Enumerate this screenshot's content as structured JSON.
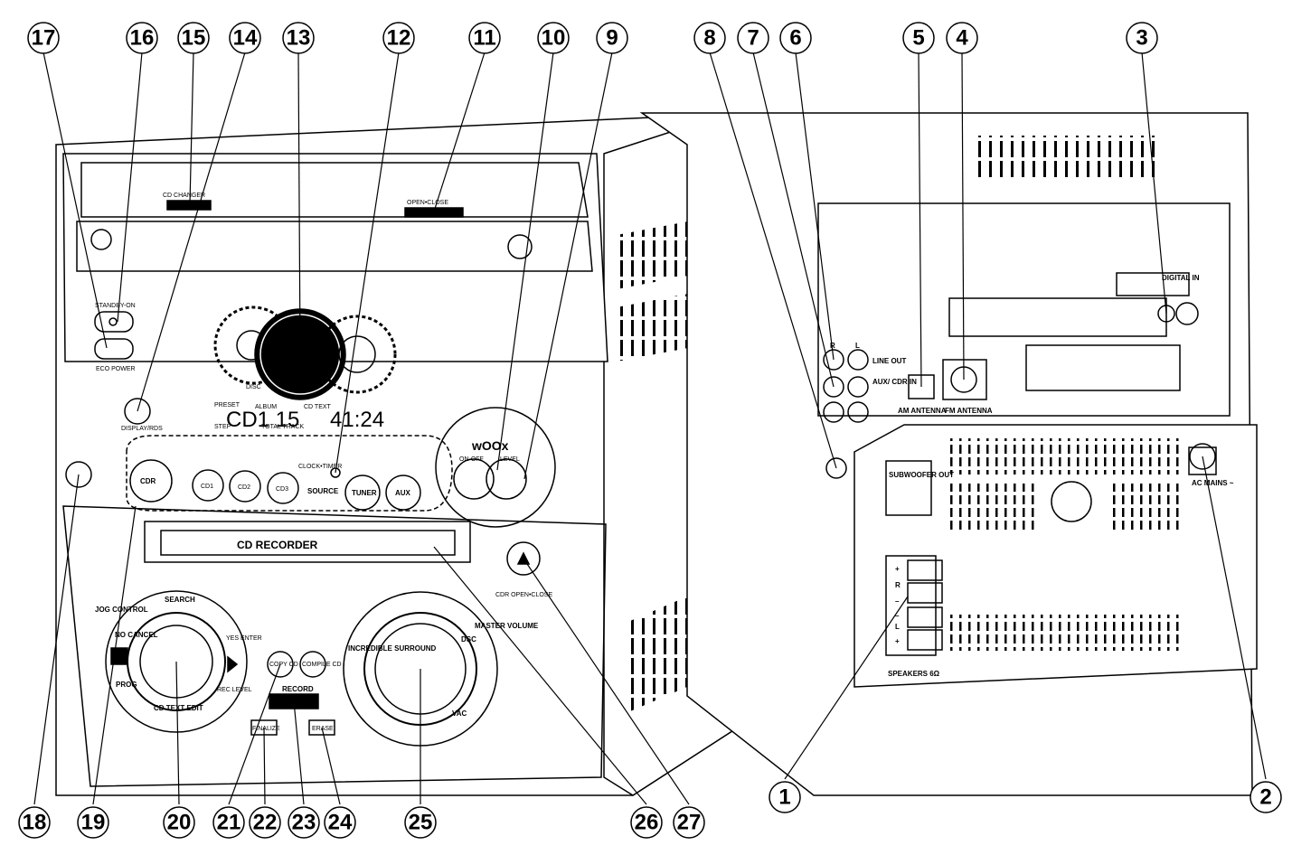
{
  "callouts": {
    "c1": "1",
    "c2": "2",
    "c3": "3",
    "c4": "4",
    "c5": "5",
    "c6": "6",
    "c7": "7",
    "c8": "8",
    "c9": "9",
    "c10": "10",
    "c11": "11",
    "c12": "12",
    "c13": "13",
    "c14": "14",
    "c15": "15",
    "c16": "16",
    "c17": "17",
    "c18": "18",
    "c19": "19",
    "c20": "20",
    "c21": "21",
    "c22": "22",
    "c23": "23",
    "c24": "24",
    "c25": "25",
    "c26": "26",
    "c27": "27"
  },
  "front": {
    "cd_changer": "CD CHANGER",
    "open_close": "OPEN•CLOSE",
    "standby_on": "STANDBY-ON",
    "eco_power": "ECO POWER",
    "display_rds": "DISPLAY/RDS",
    "disc_label": "DISC",
    "display_preset": "PRESET",
    "display_step": "STEP",
    "display_album": "ALBUM",
    "display_total_track": "TOTAL TRACK",
    "display_cd_text": "CD TEXT",
    "display_main": "CD1  15",
    "display_time": "41:24",
    "clock_timer": "CLOCK•TIMER",
    "source": "SOURCE",
    "btn_cdr": "CDR",
    "btn_cd1": "CD1",
    "btn_cd2": "CD2",
    "btn_cd3": "CD3",
    "btn_tuner": "TUNER",
    "btn_aux": "AUX",
    "woox": "wOOx",
    "on_off": "ON-OFF",
    "level": "LEVEL",
    "cd_recorder": "CD RECORDER",
    "cdr_open_close": "CDR OPEN•CLOSE",
    "search": "SEARCH",
    "jog_control": "JOG CONTROL",
    "no_cancel": "NO CANCEL",
    "yes_enter": "YES ENTER",
    "prog": "PROG",
    "cd_text_edit": "CD TEXT EDIT",
    "rec_level": "REC LEVEL",
    "copy_cd": "COPY CD",
    "compile_cd": "COMPILE CD",
    "record": "RECORD",
    "finalize": "FINALIZE",
    "erase": "ERASE",
    "master_volume": "MASTER VOLUME",
    "dsc": "DSC",
    "vac": "VAC",
    "incredible_surround": "INCREDIBLE SURROUND"
  },
  "back": {
    "digital_in": "DIGITAL IN",
    "r": "R",
    "l": "L",
    "line_out": "LINE OUT",
    "aux_cdr_in": "AUX/ CDR IN",
    "am_antenna": "AM ANTENNA",
    "fm_antenna": "FM ANTENNA",
    "subwoofer_out": "SUBWOOFER OUT",
    "ac_mains": "AC MAINS ~",
    "speakers": "SPEAKERS 6Ω",
    "plus": "+",
    "minus": "–"
  }
}
